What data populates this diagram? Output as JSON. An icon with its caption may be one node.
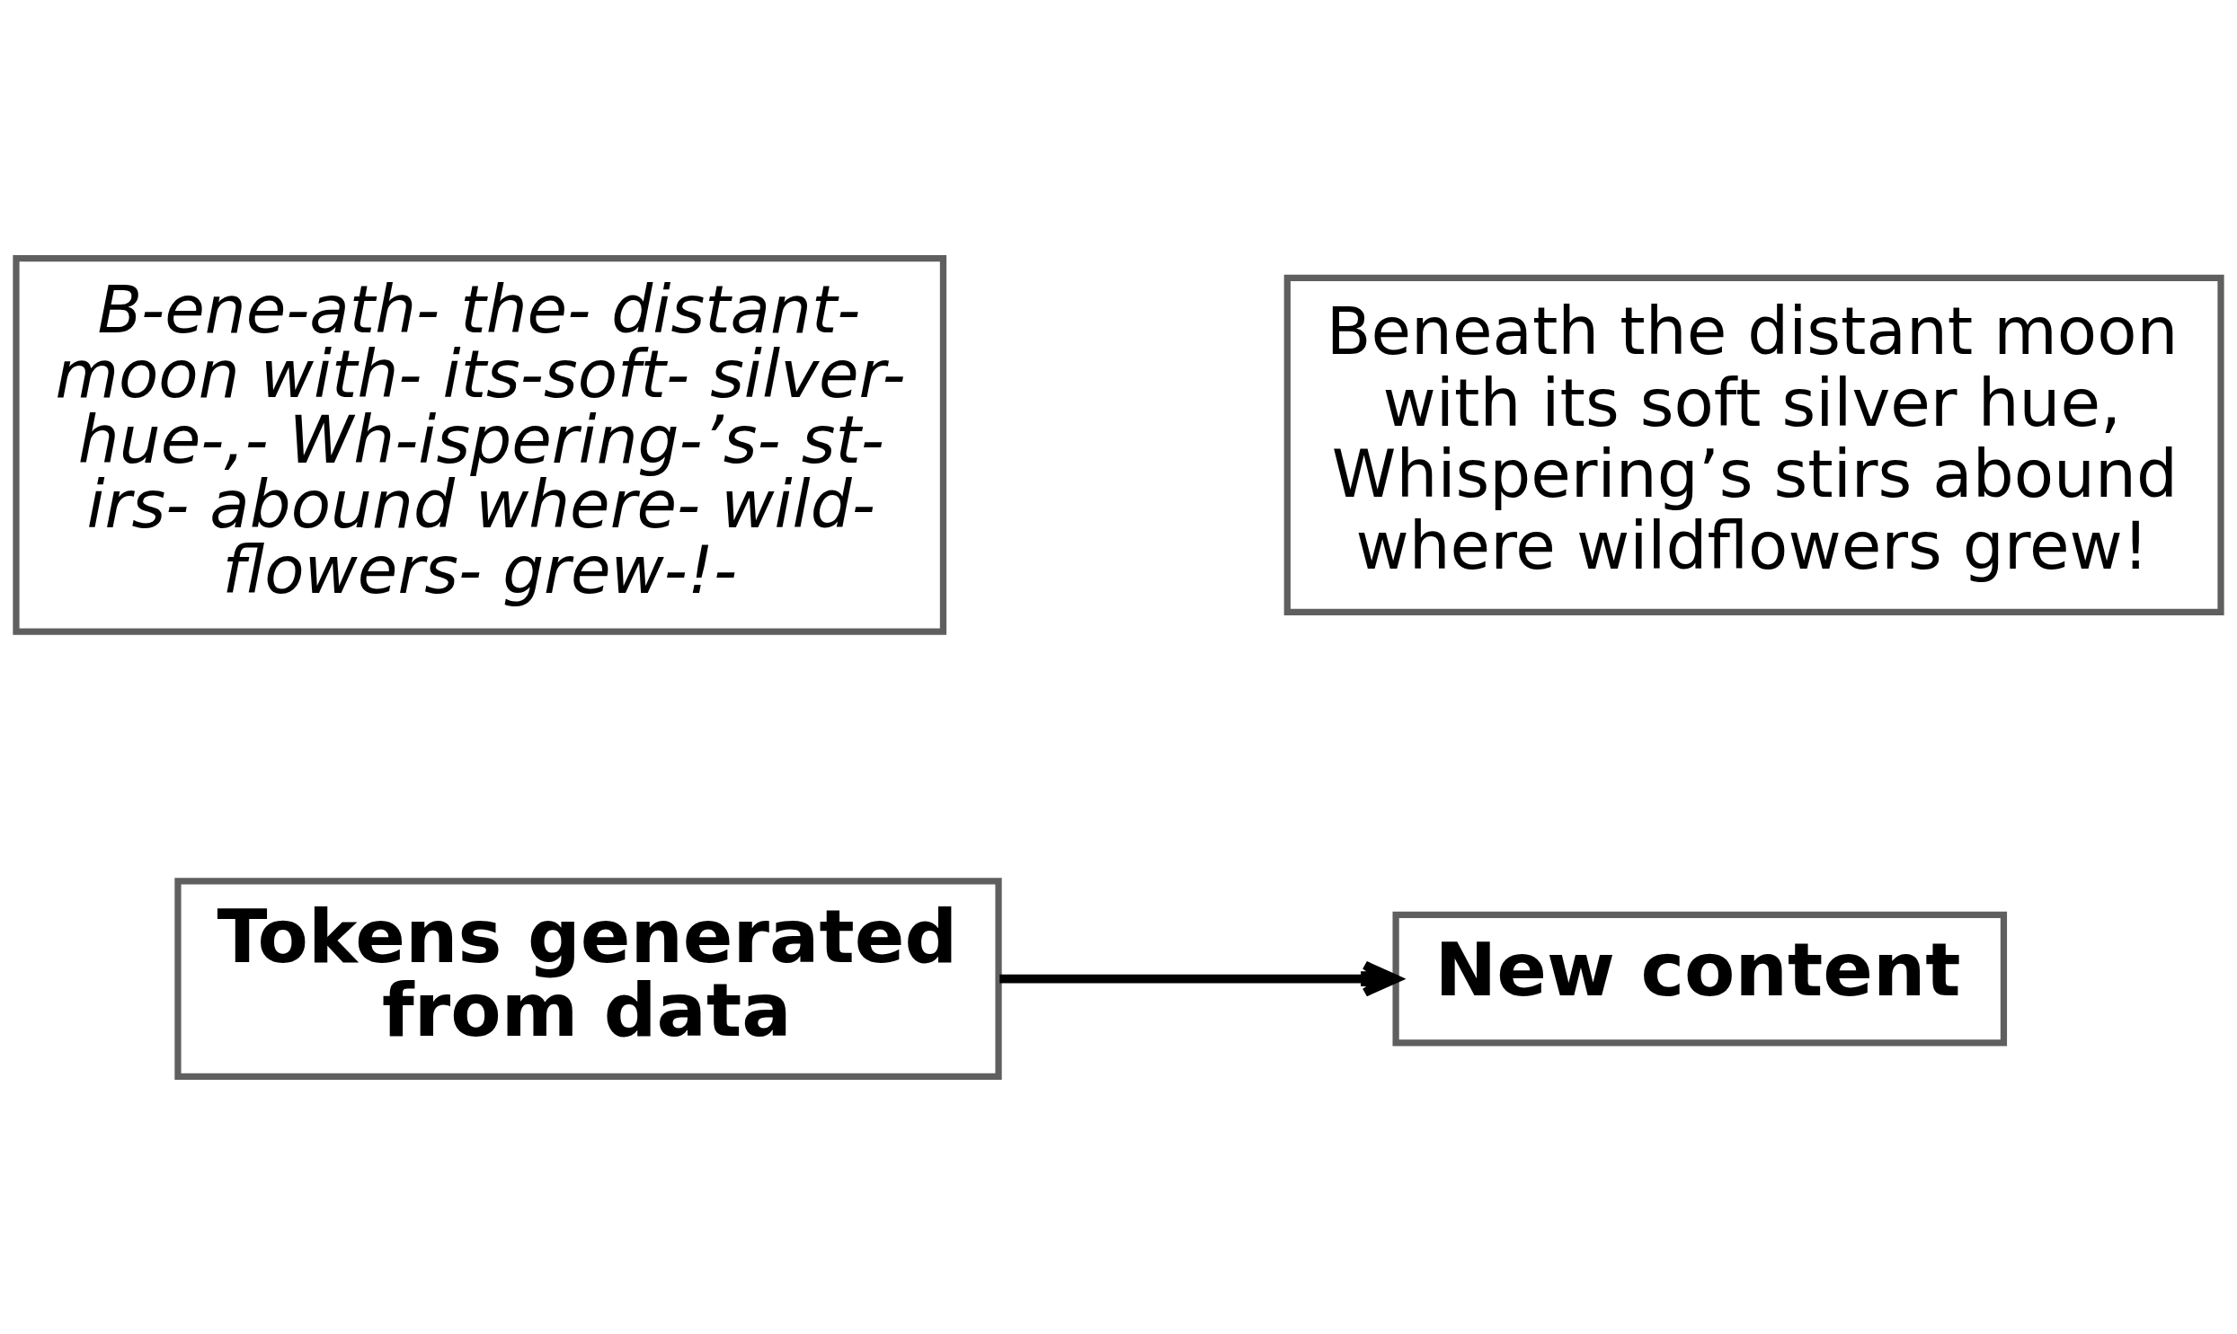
{
  "diagram": {
    "nodes": [
      {
        "text": [
          "B-ene-ath- the- distant- moon with- its-soft- silver- hue-,- Wh-ispering-’s- st-irs- abound where- wild-flowers- grew-!-"
        ]
      },
      {
        "text": [
          "Beneath the distant moon with its soft silver hue, Whispering’s stirs abound where wildflowers grew!"
        ]
      },
      {
        "text": [
          "Tokens generated from data"
        ]
      },
      {
        "text": [
          "New content"
        ]
      }
    ],
    "edges": [
      {
        "from": 2,
        "to": 3,
        "arrow": "to"
      }
    ]
  }
}
